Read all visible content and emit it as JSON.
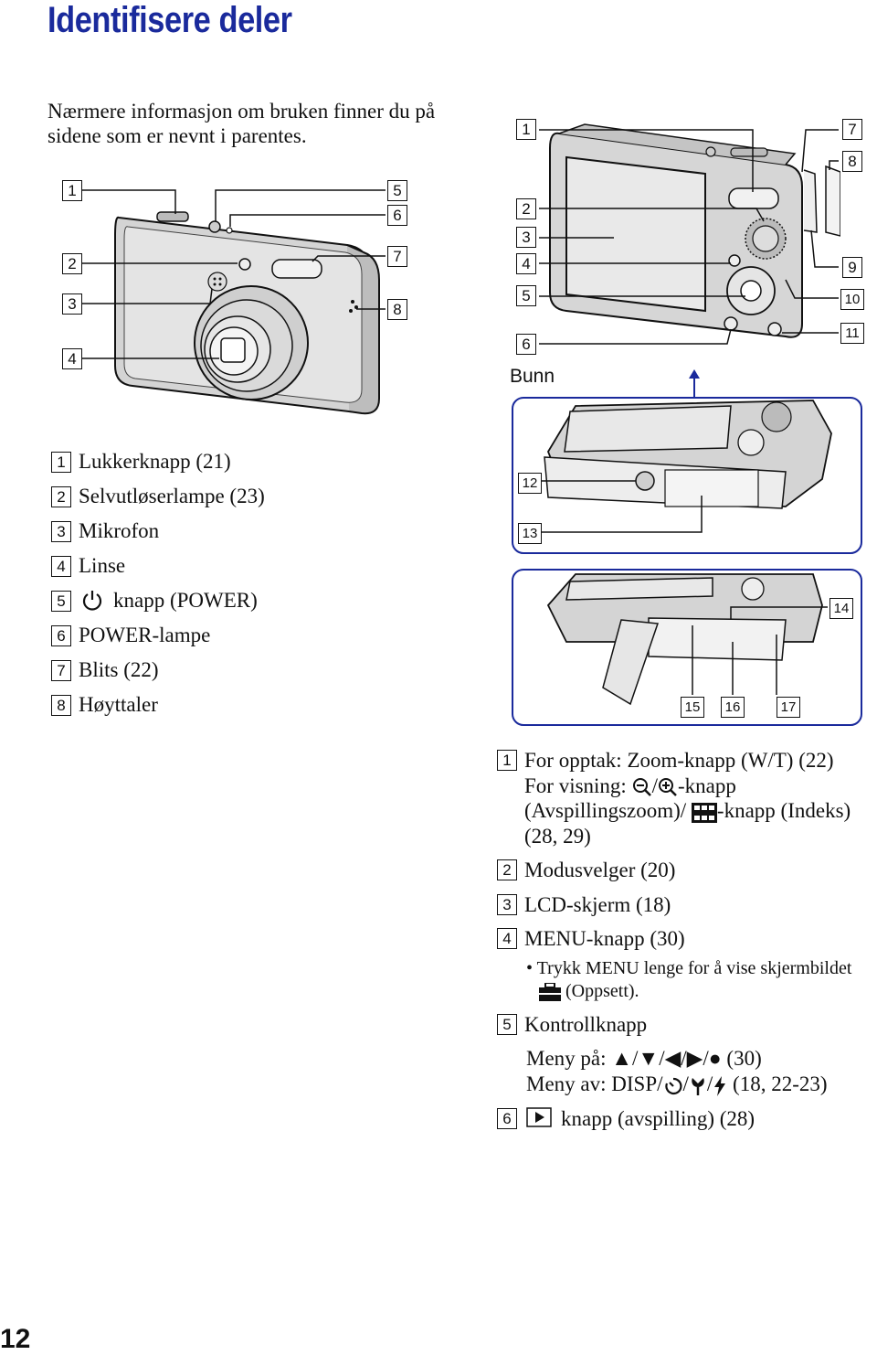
{
  "page_title": "Identifisere deler",
  "intro": "Nærmere informasjon om bruken finner du på sidene som er nevnt i parentes.",
  "bottom_label": "Bunn",
  "page_number": "12",
  "front_callouts": [
    "1",
    "2",
    "3",
    "4",
    "5",
    "6",
    "7",
    "8"
  ],
  "back_callouts": [
    "1",
    "2",
    "3",
    "4",
    "5",
    "6",
    "7",
    "8",
    "9",
    "10",
    "11"
  ],
  "bottom_callouts": [
    "12",
    "13",
    "14",
    "15",
    "16",
    "17"
  ],
  "left_list": [
    {
      "num": "1",
      "text": "Lukkerknapp (21)"
    },
    {
      "num": "2",
      "text": "Selvutløserlampe (23)"
    },
    {
      "num": "3",
      "text": "Mikrofon"
    },
    {
      "num": "4",
      "text": "Linse"
    },
    {
      "num": "5",
      "text": "knapp (POWER)"
    },
    {
      "num": "6",
      "text": "POWER-lampe"
    },
    {
      "num": "7",
      "text": "Blits (22)"
    },
    {
      "num": "8",
      "text": "Høyttaler"
    }
  ],
  "right_list": {
    "item1": {
      "num": "1",
      "line1": "For opptak: Zoom-knapp (W/T) (22)",
      "line2a": "For visning: ",
      "line2b": "-knapp",
      "line3a": "(Avspillingszoom)/ ",
      "line3b": "-knapp (Indeks)",
      "line4": "(28, 29)"
    },
    "item2": {
      "num": "2",
      "text": "Modusvelger (20)"
    },
    "item3": {
      "num": "3",
      "text": "LCD-skjerm (18)"
    },
    "item4": {
      "num": "4",
      "text": "MENU-knapp (30)",
      "sub1": "• Trykk MENU lenge for å vise skjermbildet",
      "sub2": "(Oppsett)."
    },
    "item5": {
      "num": "5",
      "text": "Kontrollknapp",
      "menu_on_label": "Meny på:",
      "menu_on_pages": "(30)",
      "menu_off_label": "Meny av: DISP/",
      "menu_off_pages": "(18, 22-23)"
    },
    "item6": {
      "num": "6",
      "text": "knapp (avspilling) (28)"
    }
  },
  "colors": {
    "title": "#1a2a9c",
    "frame": "#1a2a9c",
    "camera_body": "#d6d6d6",
    "line": "#111111"
  }
}
